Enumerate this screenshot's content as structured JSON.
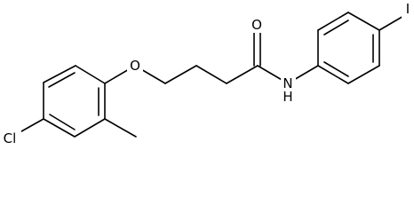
{
  "molecule": {
    "atom_labels": {
      "oxygen_ether": "O",
      "oxygen_carbonyl": "O",
      "nitrogen": "N",
      "hydrogen": "H",
      "chlorine": "Cl",
      "iodine": "I"
    }
  }
}
